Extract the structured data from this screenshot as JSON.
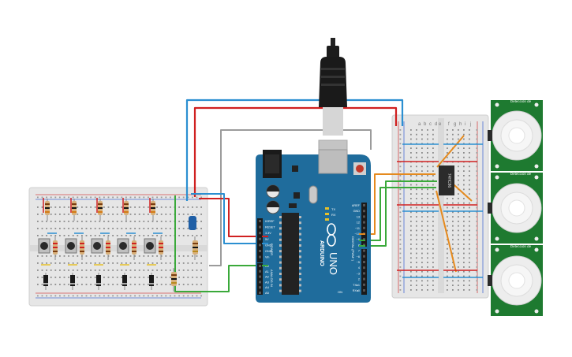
{
  "arduino": {
    "brand_text": "ARDUINO",
    "model_text": "UNO",
    "left_header_labels": [
      "IOREF",
      "RESET",
      "3.3V",
      "5V",
      "GND",
      "GND",
      "Vin"
    ],
    "analog_labels": [
      "A0",
      "A1",
      "A2",
      "A3",
      "A4",
      "A5"
    ],
    "right_header_labels": [
      "AREF",
      "GND",
      "13",
      "12",
      "~11",
      "~10",
      "~9",
      "8",
      "7",
      "~6",
      "~5",
      "4",
      "~3",
      "2",
      "TX▸1",
      "RX◂0"
    ],
    "digital_label": "DIGITAL (PWM~)",
    "power_label": "POWER",
    "analog_in_label": "ANALOG IN",
    "led_tx": "TX",
    "led_rx": "RX",
    "on_label": "ON"
  },
  "ic_chip": {
    "label": "74HC86"
  },
  "breadboard_right": {
    "col_labels_top": [
      "a",
      "b",
      "c",
      "d",
      "e",
      "f",
      "g",
      "h",
      "i",
      "j"
    ]
  },
  "pir_sensors": [
    {
      "label": "Detección de"
    },
    {
      "label": "Detección de"
    },
    {
      "label": "Detección de"
    }
  ],
  "colors": {
    "arduino_blue": "#1f6c9c",
    "breadboard": "#e7e7e7",
    "wire_red": "#d02020",
    "wire_blue": "#2b8fd1",
    "wire_green": "#3aa93a",
    "wire_orange": "#e58a1e",
    "wire_gray": "#9b9b9b",
    "pir_green": "#1e7a30"
  }
}
